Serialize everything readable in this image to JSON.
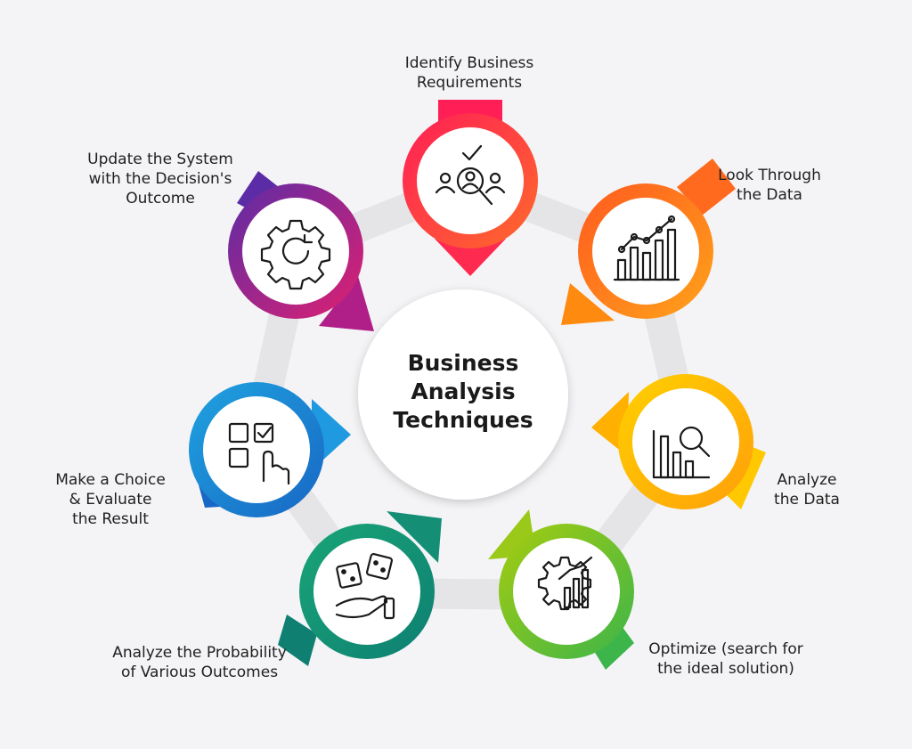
{
  "center": {
    "title": "Business\nAnalysis\nTechniques"
  },
  "steps": [
    {
      "label": "Identify Business\nRequirements",
      "icon": "search-people-icon",
      "color_start": "#ff1e56",
      "color_end": "#ff6a2b"
    },
    {
      "label": "Look Through\nthe Data",
      "icon": "bar-line-chart-icon",
      "color_start": "#ff5a1f",
      "color_end": "#ffa31a"
    },
    {
      "label": "Analyze\nthe Data",
      "icon": "chart-magnifier-icon",
      "color_start": "#ffd000",
      "color_end": "#ff9f0a"
    },
    {
      "label": "Optimize (search for\nthe ideal solution)",
      "icon": "gear-chart-icon",
      "color_start": "#a6cc0f",
      "color_end": "#3cb54a"
    },
    {
      "label": "Analyze the Probability\nof Various Outcomes",
      "icon": "dice-hand-icon",
      "color_start": "#1aa577",
      "color_end": "#0d7f72"
    },
    {
      "label": "Make a Choice\n& Evaluate\nthe Result",
      "icon": "checklist-hand-icon",
      "color_start": "#1fa3e0",
      "color_end": "#1867c4"
    },
    {
      "label": "Update the System\nwith the Decision's\nOutcome",
      "icon": "gear-refresh-icon",
      "color_start": "#5b2ca6",
      "color_end": "#e02070"
    }
  ]
}
